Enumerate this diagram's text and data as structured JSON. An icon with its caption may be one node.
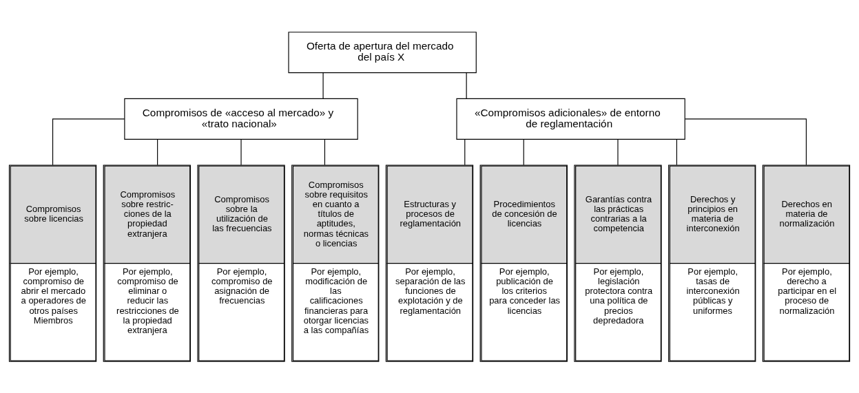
{
  "diagram": {
    "nodes": [
      {
        "text": [
          "Oferta de apertura del mercado del país X"
        ]
      },
      {
        "text": [
          "Compromisos de «acceso al mercado» y «trato nacional»"
        ]
      },
      {
        "text": [
          "«Compromisos adicionales» de entorno de reglamentación"
        ]
      },
      {
        "text": [
          "Compromisos sobre licencias",
          "Por ejemplo, compromiso de abrir el mercado a operadores de otros países Miembros"
        ]
      },
      {
        "text": [
          "Compromisos sobre restric- ciones de la propiedad extranjera",
          "Por ejemplo, compromiso de eliminar o reducir las restricciones de la propiedad extranjera"
        ]
      },
      {
        "text": [
          "Compromisos sobre la utilización de las frecuencias",
          "Por ejemplo, compromiso de asignación de frecuencias"
        ]
      },
      {
        "text": [
          "Compromisos sobre requisitos en cuanto a títulos de aptitudes, normas técnicas o licencias",
          "Por ejemplo, modificación de las calificaciones financieras para otorgar licencias a las compañías"
        ]
      },
      {
        "text": [
          "Estructuras y procesos de reglamentación",
          "Por ejemplo, separación de las funciones de explotación y de reglamentación"
        ]
      },
      {
        "text": [
          "Procedimientos de concesión de licencias",
          "Por ejemplo, publicación de los criterios para conceder las licencias"
        ]
      },
      {
        "text": [
          "Garantías contra las prácticas contrarias a la competencia",
          "Por ejemplo, legislación protectora contra una política de precios depredadora"
        ]
      },
      {
        "text": [
          "Derechos y principios en materia de interconexión",
          "Por ejemplo, tasas de interconexión públicas y uniformes"
        ]
      },
      {
        "text": [
          "Derechos en materia de normalización",
          "Por ejemplo, derecho a participar en el proceso de normalización"
        ]
      }
    ],
    "edges": [
      {
        "from": 0,
        "to": 1,
        "arrow": "none"
      },
      {
        "from": 0,
        "to": 2,
        "arrow": "none"
      },
      {
        "from": 1,
        "to": 3,
        "arrow": "none"
      },
      {
        "from": 1,
        "to": 4,
        "arrow": "none"
      },
      {
        "from": 1,
        "to": 5,
        "arrow": "none"
      },
      {
        "from": 1,
        "to": 6,
        "arrow": "none"
      },
      {
        "from": 2,
        "to": 7,
        "arrow": "none"
      },
      {
        "from": 2,
        "to": 8,
        "arrow": "none"
      },
      {
        "from": 2,
        "to": 9,
        "arrow": "none"
      },
      {
        "from": 2,
        "to": 10,
        "arrow": "none"
      },
      {
        "from": 2,
        "to": 11,
        "arrow": "none"
      }
    ]
  }
}
